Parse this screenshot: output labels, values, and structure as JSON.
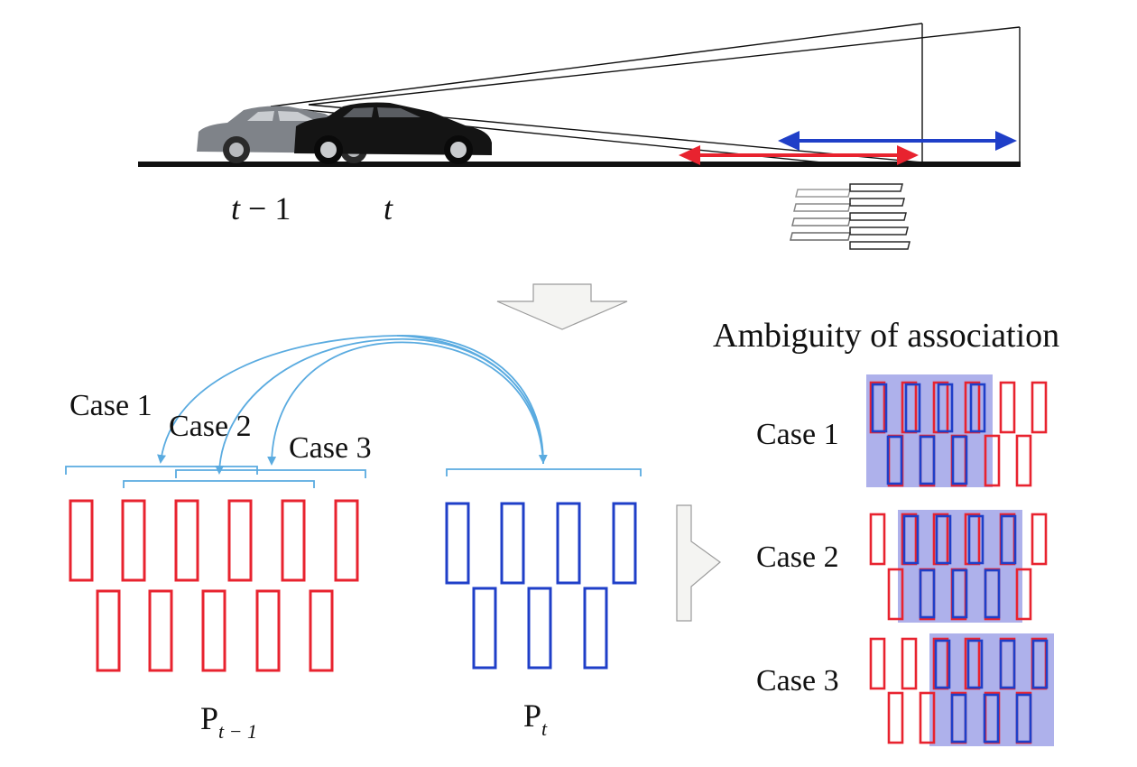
{
  "colors": {
    "prev_frame": "#e8232f",
    "curr_frame": "#1f3fc8",
    "link": "#5aabe0",
    "highlight": "#9a9ee6",
    "car_prev": "#7f8389",
    "car_curr": "#141414",
    "arrow_fill": "#f4f4f2",
    "arrow_stroke": "#9b9b9b"
  },
  "top": {
    "time_prev_var": "t",
    "time_prev_rest": " − 1",
    "time_curr": "t"
  },
  "middle": {
    "title": "Ambiguity of association",
    "case1": "Case 1",
    "case2": "Case 2",
    "case3": "Case 3",
    "set_prev_base": "P",
    "set_prev_sub": "t − 1",
    "set_curr_base": "P",
    "set_curr_sub": "t"
  },
  "right": {
    "case1": "Case 1",
    "case2": "Case 2",
    "case3": "Case 3"
  }
}
